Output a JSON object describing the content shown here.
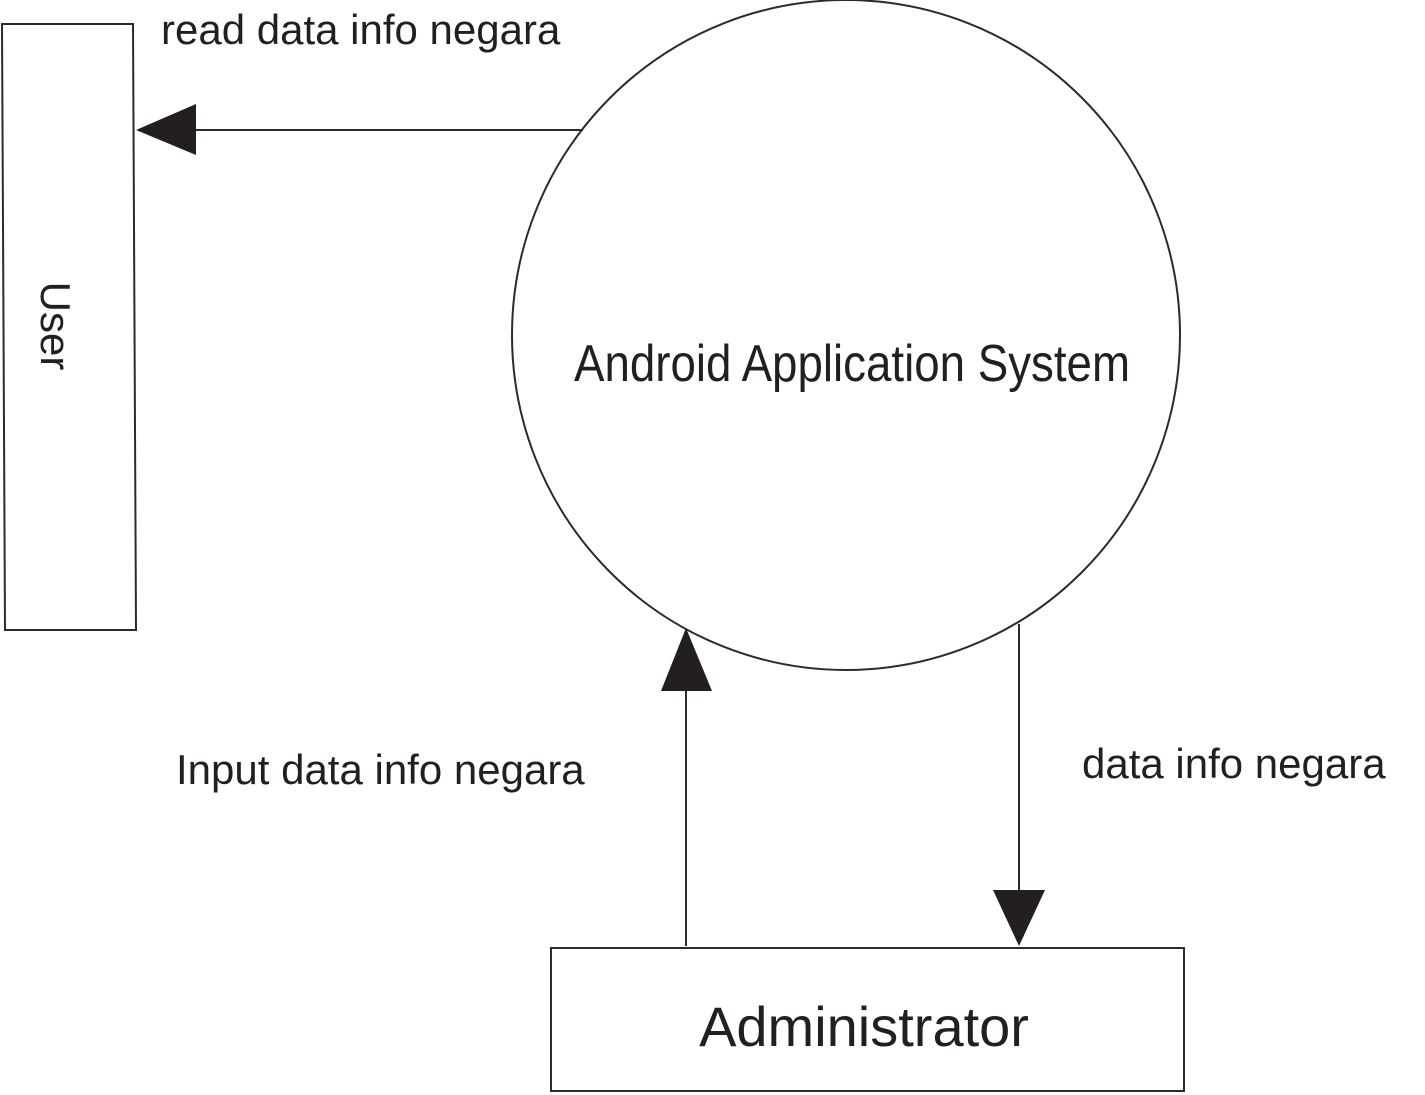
{
  "nodes": {
    "user": {
      "label": "User"
    },
    "system": {
      "label": "Android Application System"
    },
    "admin": {
      "label": "Administrator"
    }
  },
  "flows": {
    "system_to_user": {
      "label": "read data info negara"
    },
    "admin_to_system": {
      "label": "Input data info negara"
    },
    "system_to_admin": {
      "label": "data info negara"
    }
  },
  "colors": {
    "line": "#2b2b2b",
    "arrowhead": "#231f20",
    "text": "#231f20",
    "background": "#ffffff"
  }
}
